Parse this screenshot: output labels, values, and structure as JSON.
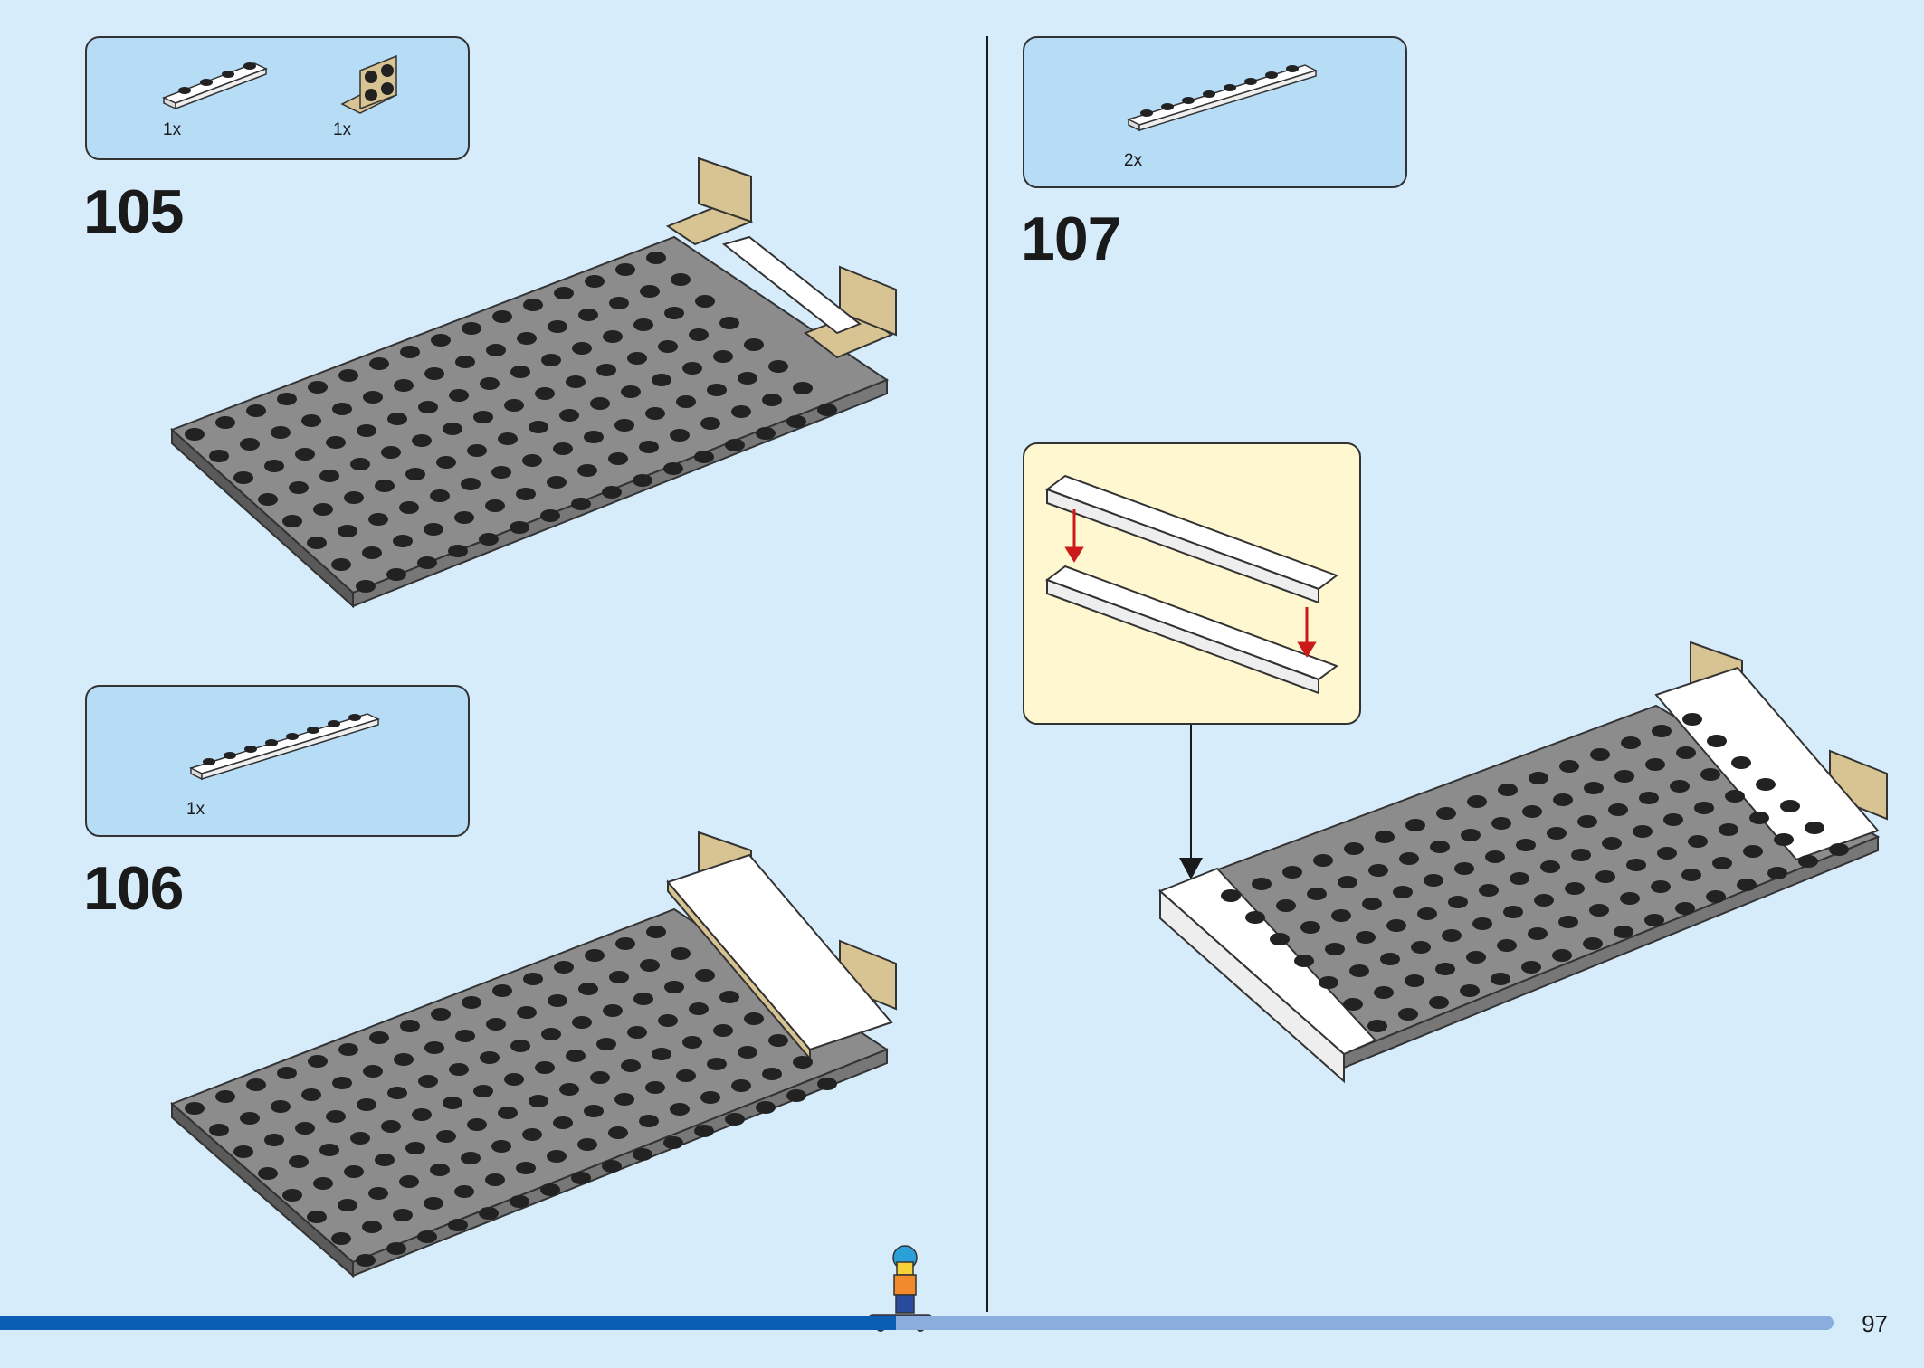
{
  "page": {
    "number": "97"
  },
  "progress": {
    "fraction": 0.47
  },
  "steps": [
    {
      "number": "105",
      "parts": [
        {
          "qty": "1x",
          "part": "white-plate-1x4"
        },
        {
          "qty": "1x",
          "part": "tan-bracket-2x2"
        }
      ]
    },
    {
      "number": "106",
      "parts": [
        {
          "qty": "1x",
          "part": "white-plate-1x8"
        }
      ]
    },
    {
      "number": "107",
      "parts": [
        {
          "qty": "2x",
          "part": "white-plate-1x8"
        }
      ]
    }
  ],
  "colors": {
    "background": "#d6ecfb",
    "parts_box": "#b7dcf6",
    "inset": "#fff7cf",
    "plate_gray": "#6b6b6b",
    "stud_black": "#222222",
    "tan": "#d8c493",
    "white_part": "#ffffff",
    "arrow_red": "#cc1a1a",
    "progress_done": "#0a5fb4",
    "progress_rest": "#8aaddd"
  }
}
